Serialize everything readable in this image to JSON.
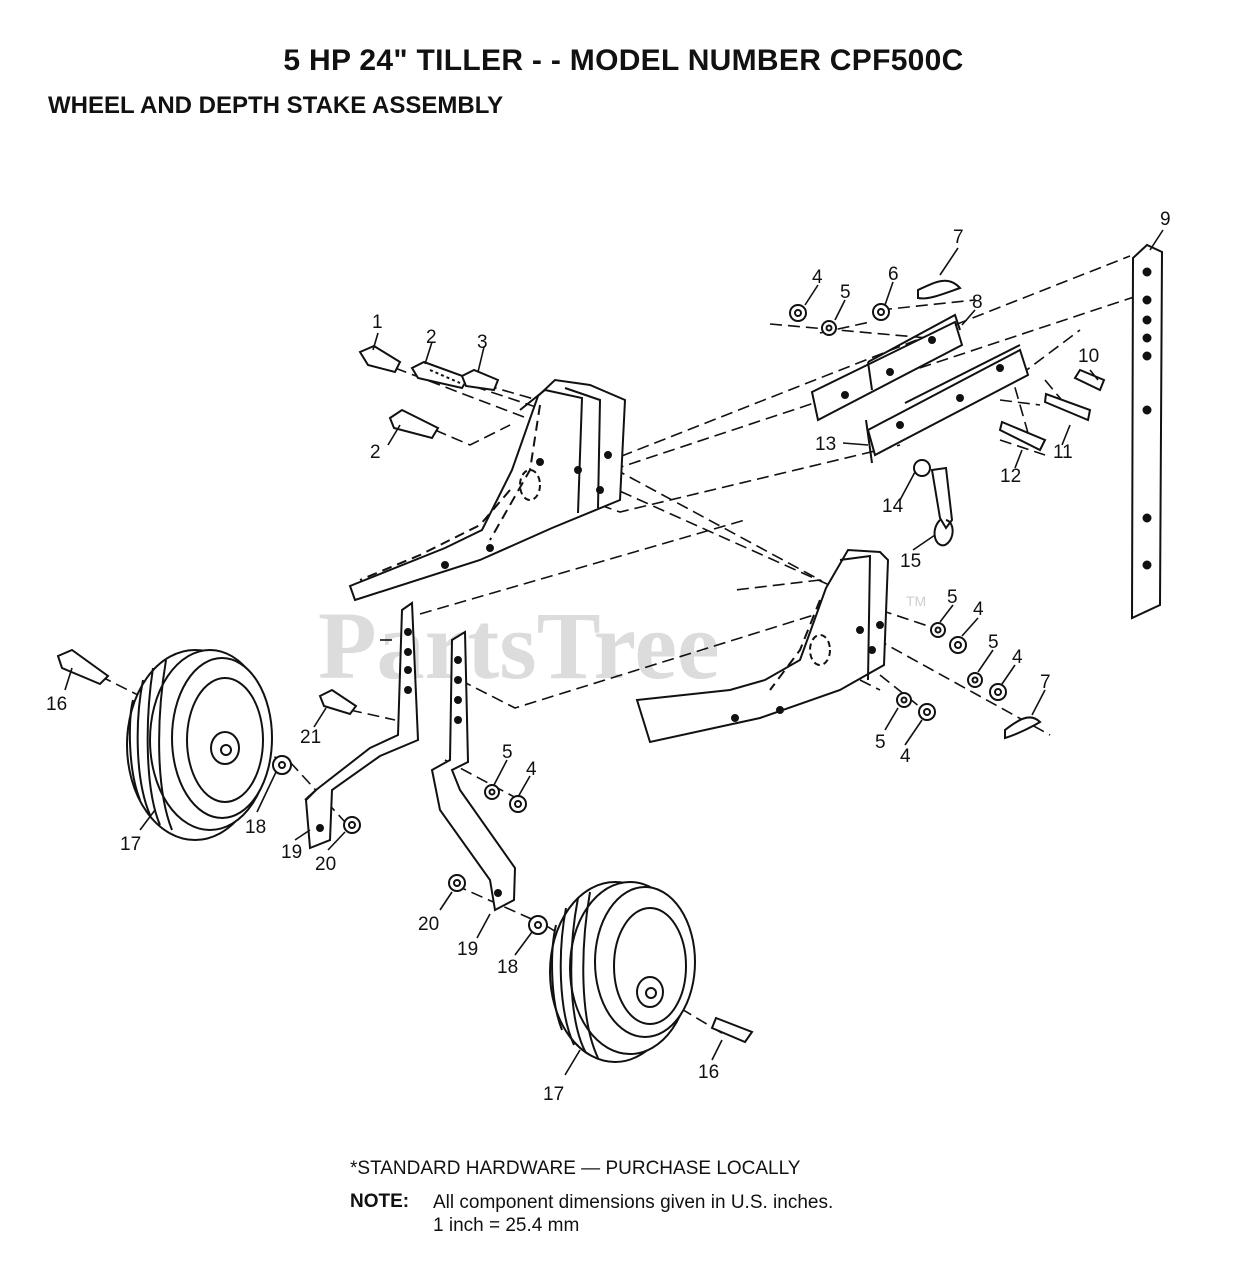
{
  "title": "5 HP 24\" TILLER - - MODEL NUMBER CPF500C",
  "subtitle": "WHEEL AND DEPTH STAKE ASSEMBLY",
  "watermark": {
    "text": "PartsTree",
    "tm": "TM"
  },
  "callouts": {
    "c1": "1",
    "c2a": "2",
    "c2b": "2",
    "c3": "3",
    "c4a": "4",
    "c4b": "4",
    "c4c": "4",
    "c4d": "4",
    "c4e": "4",
    "c5a": "5",
    "c5b": "5",
    "c5c": "5",
    "c5d": "5",
    "c5e": "5",
    "c6": "6",
    "c7a": "7",
    "c7b": "7",
    "c8": "8",
    "c9": "9",
    "c10": "10",
    "c11": "11",
    "c12": "12",
    "c13": "13",
    "c14": "14",
    "c15": "15",
    "c16a": "16",
    "c16b": "16",
    "c17a": "17",
    "c17b": "17",
    "c18a": "18",
    "c18b": "18",
    "c19a": "19",
    "c19b": "19",
    "c20a": "20",
    "c20b": "20",
    "c21": "21"
  },
  "footer": {
    "standard_hardware": "*STANDARD HARDWARE — PURCHASE LOCALLY",
    "note_label": "NOTE:",
    "note_line1": "All component dimensions given in U.S. inches.",
    "note_line2": "1 inch = 25.4 mm"
  }
}
